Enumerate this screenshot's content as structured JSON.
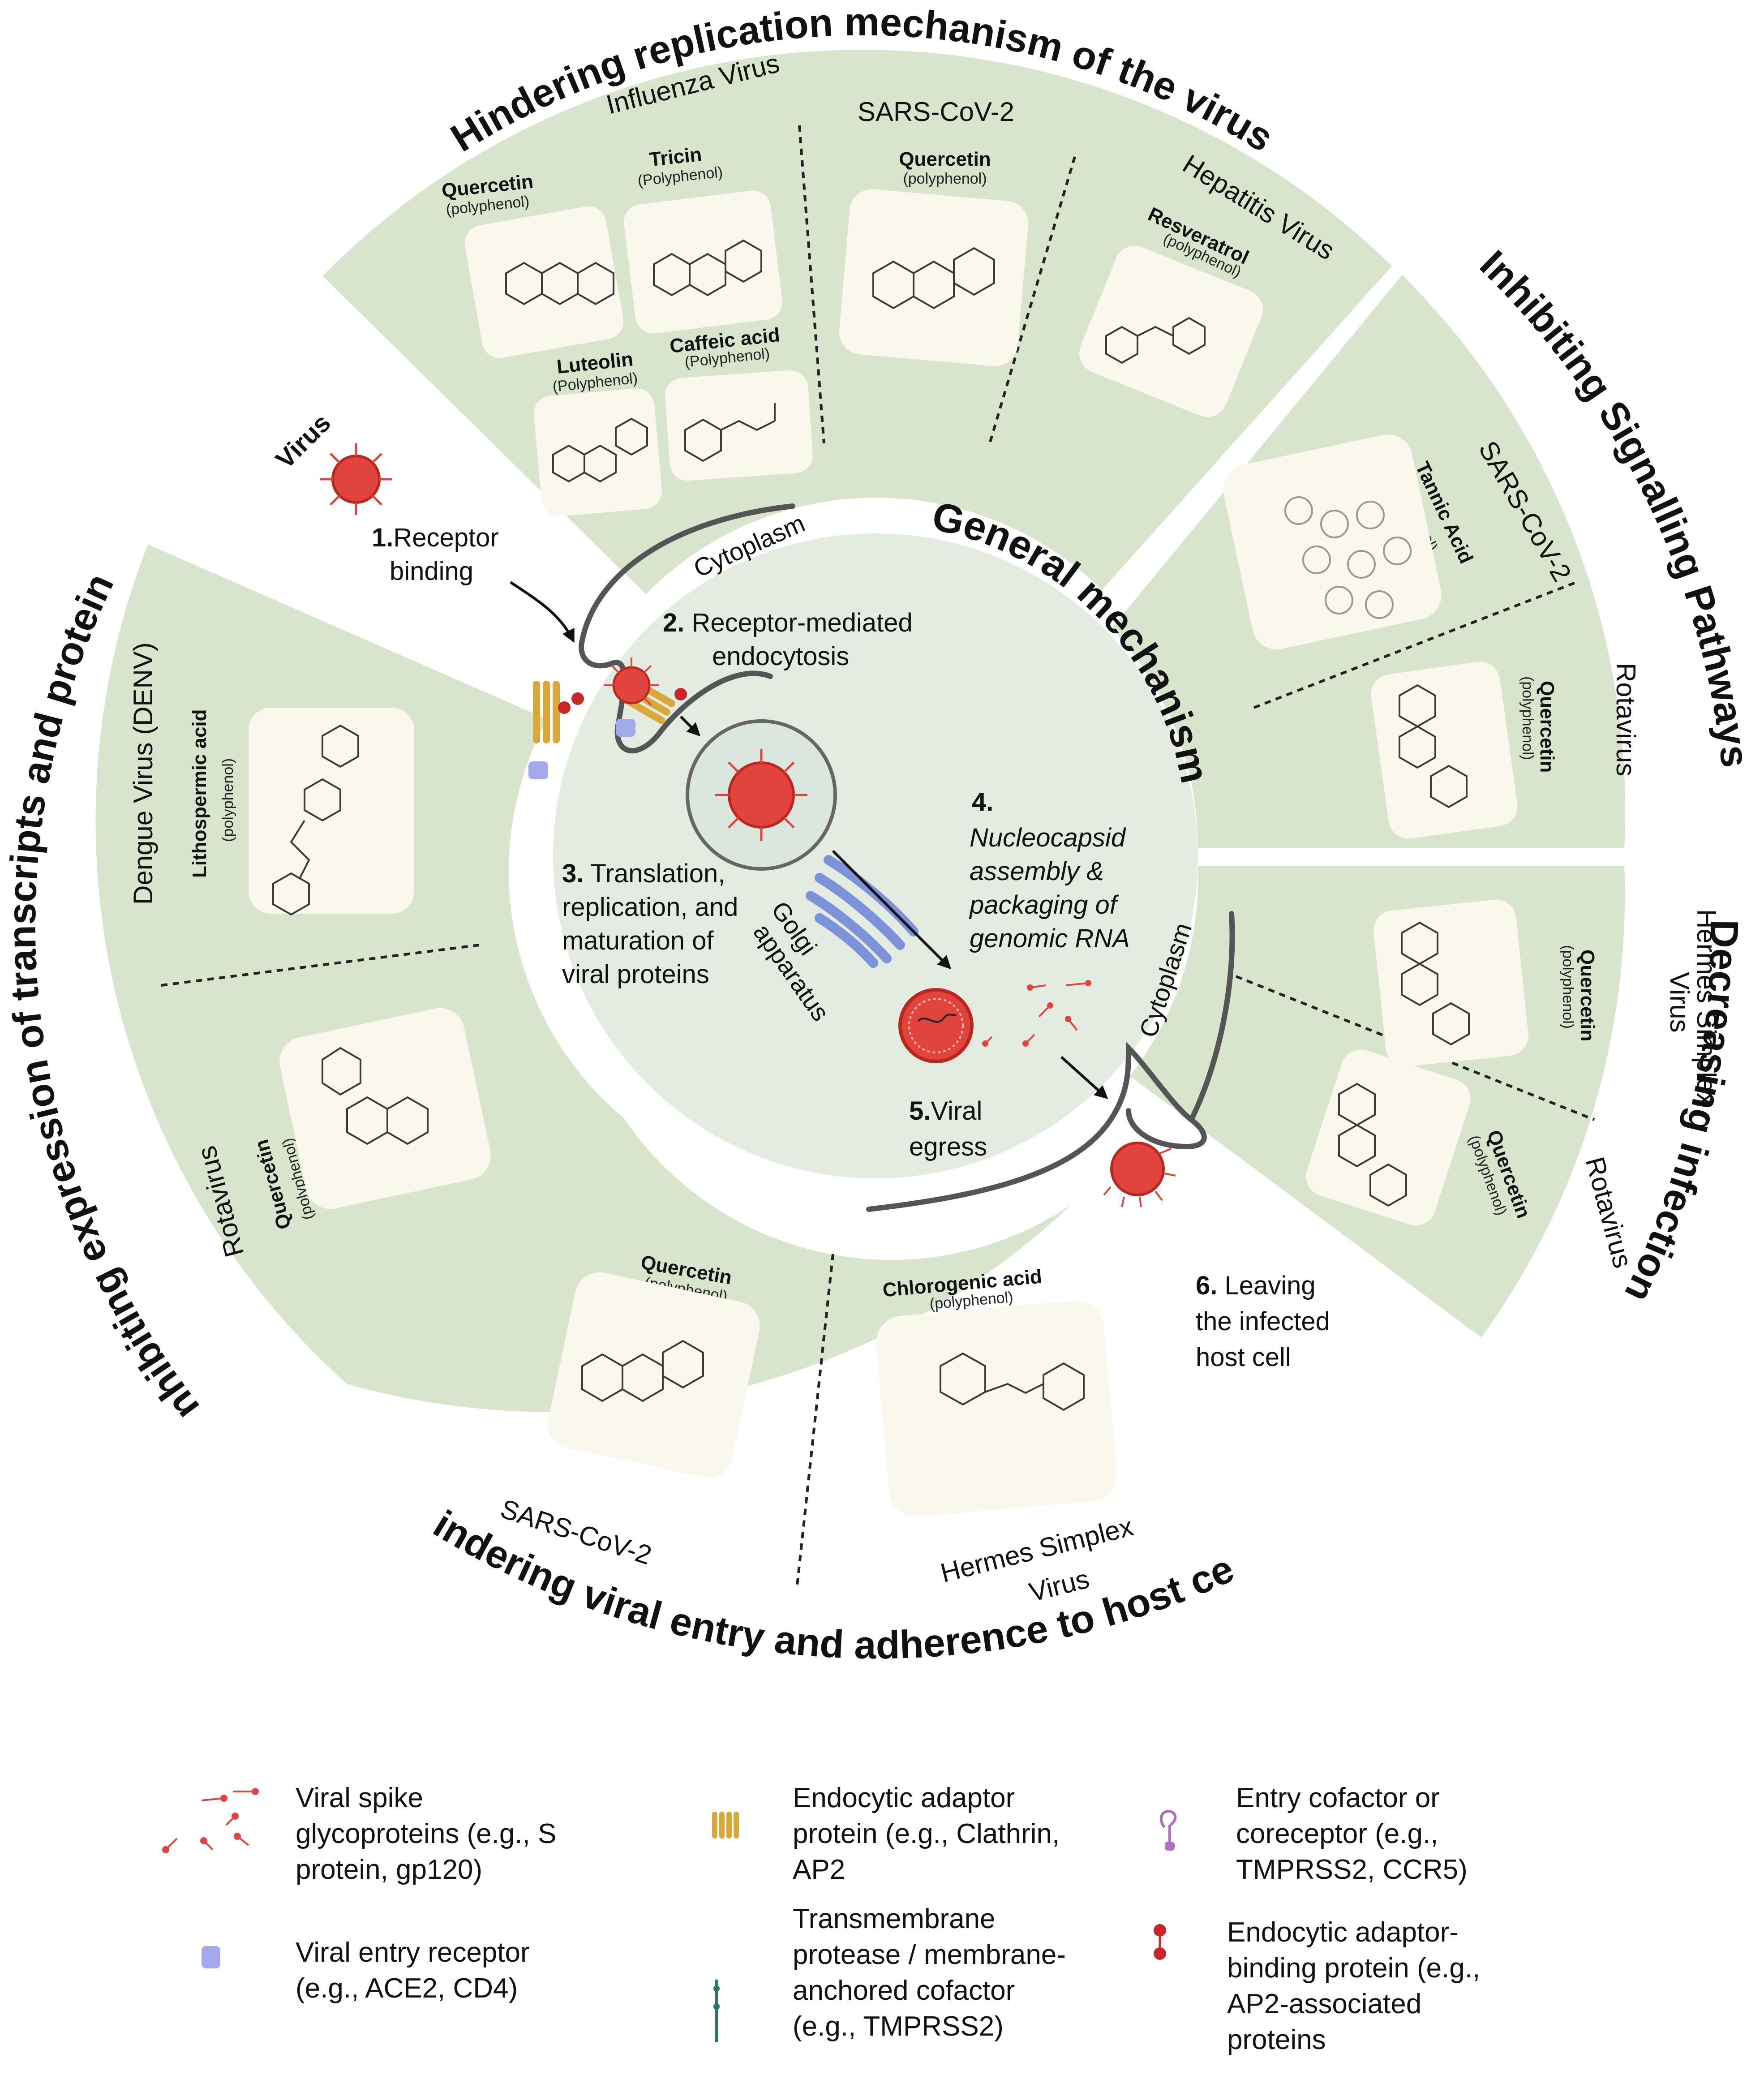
{
  "sections": {
    "top": {
      "title": "Hindering replication mechanism of the virus",
      "viruses": [
        "Influenza Virus",
        "SARS-CoV-2",
        "Hepatitis Virus"
      ],
      "compounds": [
        {
          "name": "Quercetin",
          "class": "(polyphenol)"
        },
        {
          "name": "Tricin",
          "class": "(Polyphenol)"
        },
        {
          "name": "Luteolin",
          "class": "(Polyphenol)"
        },
        {
          "name": "Caffeic acid",
          "class": "(Polyphenol)"
        },
        {
          "name": "Quercetin",
          "class": "(polyphenol)"
        },
        {
          "name": "Resveratrol",
          "class": "(polyphenol)"
        }
      ]
    },
    "right_top": {
      "title": "Inhibiting Signalling Pathways",
      "viruses": [
        "SARS-CoV-2",
        "Rotavirus"
      ],
      "compounds": [
        {
          "name": "Tannic Acid",
          "class": "(Polyphenol)"
        },
        {
          "name": "Quercetin",
          "class": "(polyphenol)"
        }
      ]
    },
    "right_bottom": {
      "title": "Decreasing infection",
      "viruses": [
        "Hermes Simplex",
        "Virus",
        "Rotavirus"
      ],
      "compounds": [
        {
          "name": "Quercetin",
          "class": "(polyphenol)"
        },
        {
          "name": "Quercetin",
          "class": "(polyphenol)"
        }
      ]
    },
    "bottom": {
      "title": "Hindering viral entry and adherence to host cell",
      "viruses": [
        "SARS-CoV-2",
        "Hermes Simplex",
        "Virus"
      ],
      "compounds": [
        {
          "name": "Quercetin",
          "class": "(polyphenol)"
        },
        {
          "name": "Chlorogenic acid",
          "class": "(polyphenol)"
        }
      ]
    },
    "left": {
      "title": "Inhibiting expression of transcripts and proteins",
      "viruses": [
        "Dengue Virus (DENV)",
        "Rotavirus"
      ],
      "compounds": [
        {
          "name": "Lithospermic acid",
          "class": "(polyphenol)"
        },
        {
          "name": "Quercetin",
          "class": "(polyphenol)"
        }
      ]
    }
  },
  "center": {
    "title": "General mechanism",
    "virus_label": "Virus",
    "cytoplasm_1": "Cytoplasm",
    "cytoplasm_2": "Cytoplasm",
    "golgi_1": "Golgi",
    "golgi_2": "apparatus",
    "steps": {
      "s1_num": "1.",
      "s1_a": "Receptor",
      "s1_b": "binding",
      "s2_num": "2.",
      "s2_a": " Receptor-mediated",
      "s2_b": "endocytosis",
      "s3_num": "3.",
      "s3_a": " Translation,",
      "s3_b": "replication, and",
      "s3_c": "maturation of",
      "s3_d": "viral proteins",
      "s4_num": "4.",
      "s4_a": "Nucleocapsid",
      "s4_b": "assembly &",
      "s4_c": "packaging of",
      "s4_d": "genomic RNA",
      "s5_num": "5.",
      "s5_a": "Viral",
      "s5_b": "egress",
      "s6_num": "6.",
      "s6_a": " Leaving",
      "s6_b": "the infected",
      "s6_c": "host cell"
    }
  },
  "legend": [
    {
      "icon": "spike-glycoprotein-icon",
      "lines": [
        "Viral spike",
        "glycoproteins (e.g., S",
        "protein, gp120)"
      ]
    },
    {
      "icon": "endocytic-adaptor-icon",
      "lines": [
        "Endocytic adaptor",
        "protein (e.g., Clathrin,",
        "AP2"
      ]
    },
    {
      "icon": "entry-cofactor-icon",
      "lines": [
        " Entry cofactor or",
        "coreceptor (e.g.,",
        "TMPRSS2, CCR5)"
      ]
    },
    {
      "icon": "entry-receptor-icon",
      "lines": [
        "Viral entry receptor",
        "(e.g., ACE2, CD4)"
      ]
    },
    {
      "icon": "transmembrane-protease-icon",
      "lines": [
        "Transmembrane",
        "protease / membrane-",
        "anchored cofactor",
        "(e.g., TMPRSS2)"
      ]
    },
    {
      "icon": "adaptor-binding-protein-icon",
      "lines": [
        "Endocytic adaptor-",
        "binding protein (e.g.,",
        "AP2-associated",
        "proteins"
      ]
    }
  ],
  "colors": {
    "sector": "#d8e4cc",
    "inner": "#e4ece1",
    "virus": "#e0443c",
    "golgi": "#7d93d9",
    "receptor": "#a3a9ea"
  }
}
